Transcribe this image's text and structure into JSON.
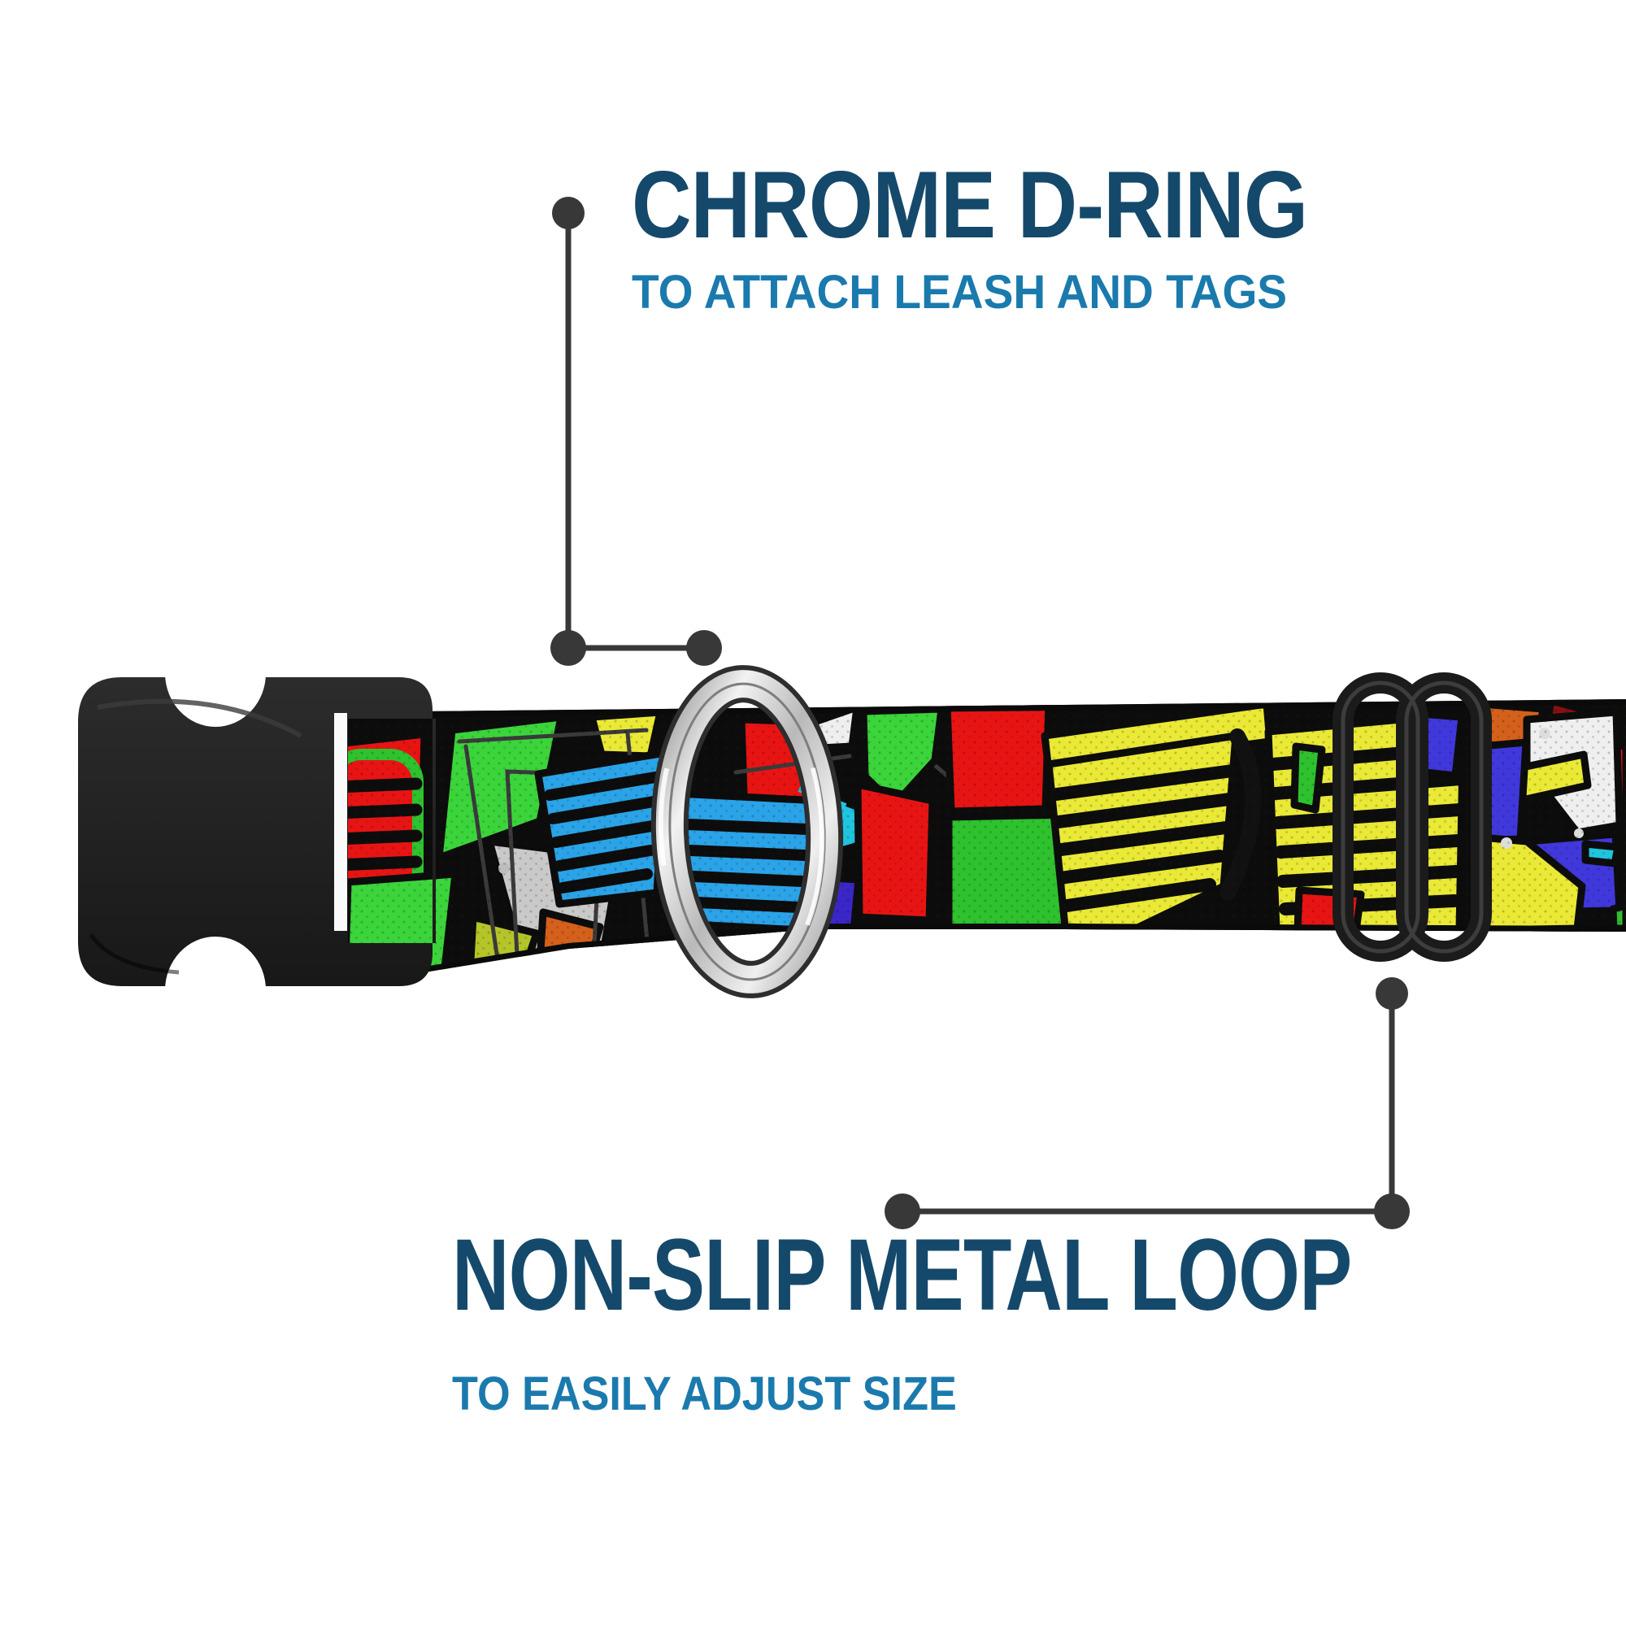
{
  "annotations": {
    "top": {
      "title": "CHROME D-RING",
      "subtitle": "TO ATTACH LEASH AND TAGS"
    },
    "bottom": {
      "title": "NON-SLIP METAL LOOP",
      "subtitle": "TO EASILY ADJUST SIZE"
    }
  },
  "colors": {
    "page_bg": "#ffffff",
    "title_blue": "#15496b",
    "subtitle_blue": "#1b7aad",
    "callout_gray": "#383838",
    "buckle_black": "#202020",
    "webbing_black": "#0c0c0c",
    "ring_silver": "#cdcdcd",
    "pat_green": "#2ec22e",
    "pat_bright_green": "#3bd43b",
    "pat_red": "#e81414",
    "pat_blue_glasses": "#2aa3e8",
    "pat_royal_blue": "#4038dc",
    "pat_indigo": "#3a26c8",
    "pat_yellow": "#e9e936",
    "pat_olive": "#b5c428",
    "pat_orange": "#d4601c",
    "pat_cyan": "#1fc4e0",
    "pat_white": "#efefef",
    "pat_gray": "#c9c9c9",
    "pat_maroon": "#8a1010"
  }
}
